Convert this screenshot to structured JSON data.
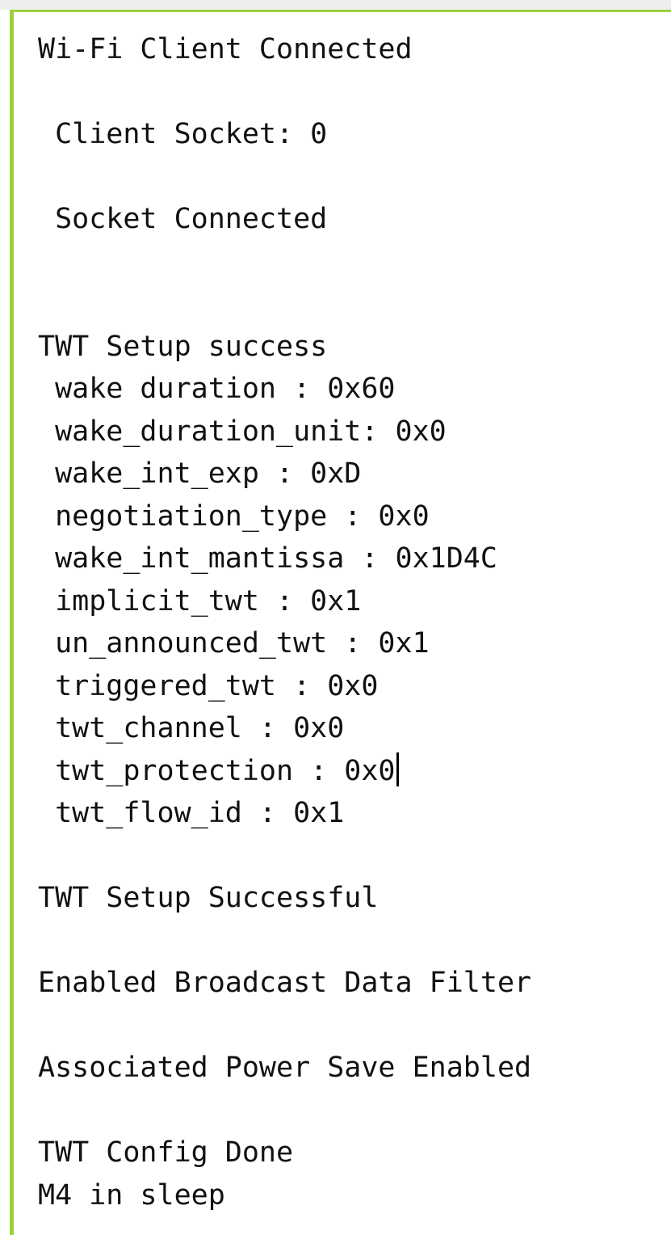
{
  "console": {
    "lines": [
      "Wi-Fi Client Connected",
      "",
      " Client Socket: 0",
      "",
      " Socket Connected",
      "",
      "",
      "TWT Setup success",
      " wake duration : 0x60",
      " wake_duration_unit: 0x0",
      " wake_int_exp : 0xD",
      " negotiation_type : 0x0",
      " wake_int_mantissa : 0x1D4C",
      " implicit_twt : 0x1",
      " un_announced_twt : 0x1",
      " triggered_twt : 0x0",
      " twt_channel : 0x0",
      " twt_protection : 0x0",
      " twt_flow_id : 0x1",
      "",
      "TWT Setup Successful",
      "",
      "Enabled Broadcast Data Filter",
      "",
      "Associated Power Save Enabled",
      "",
      "TWT Config Done",
      "M4 in sleep"
    ]
  },
  "colors": {
    "accent_border": "#9ed03d",
    "text": "#111111",
    "background": "#ffffff"
  }
}
